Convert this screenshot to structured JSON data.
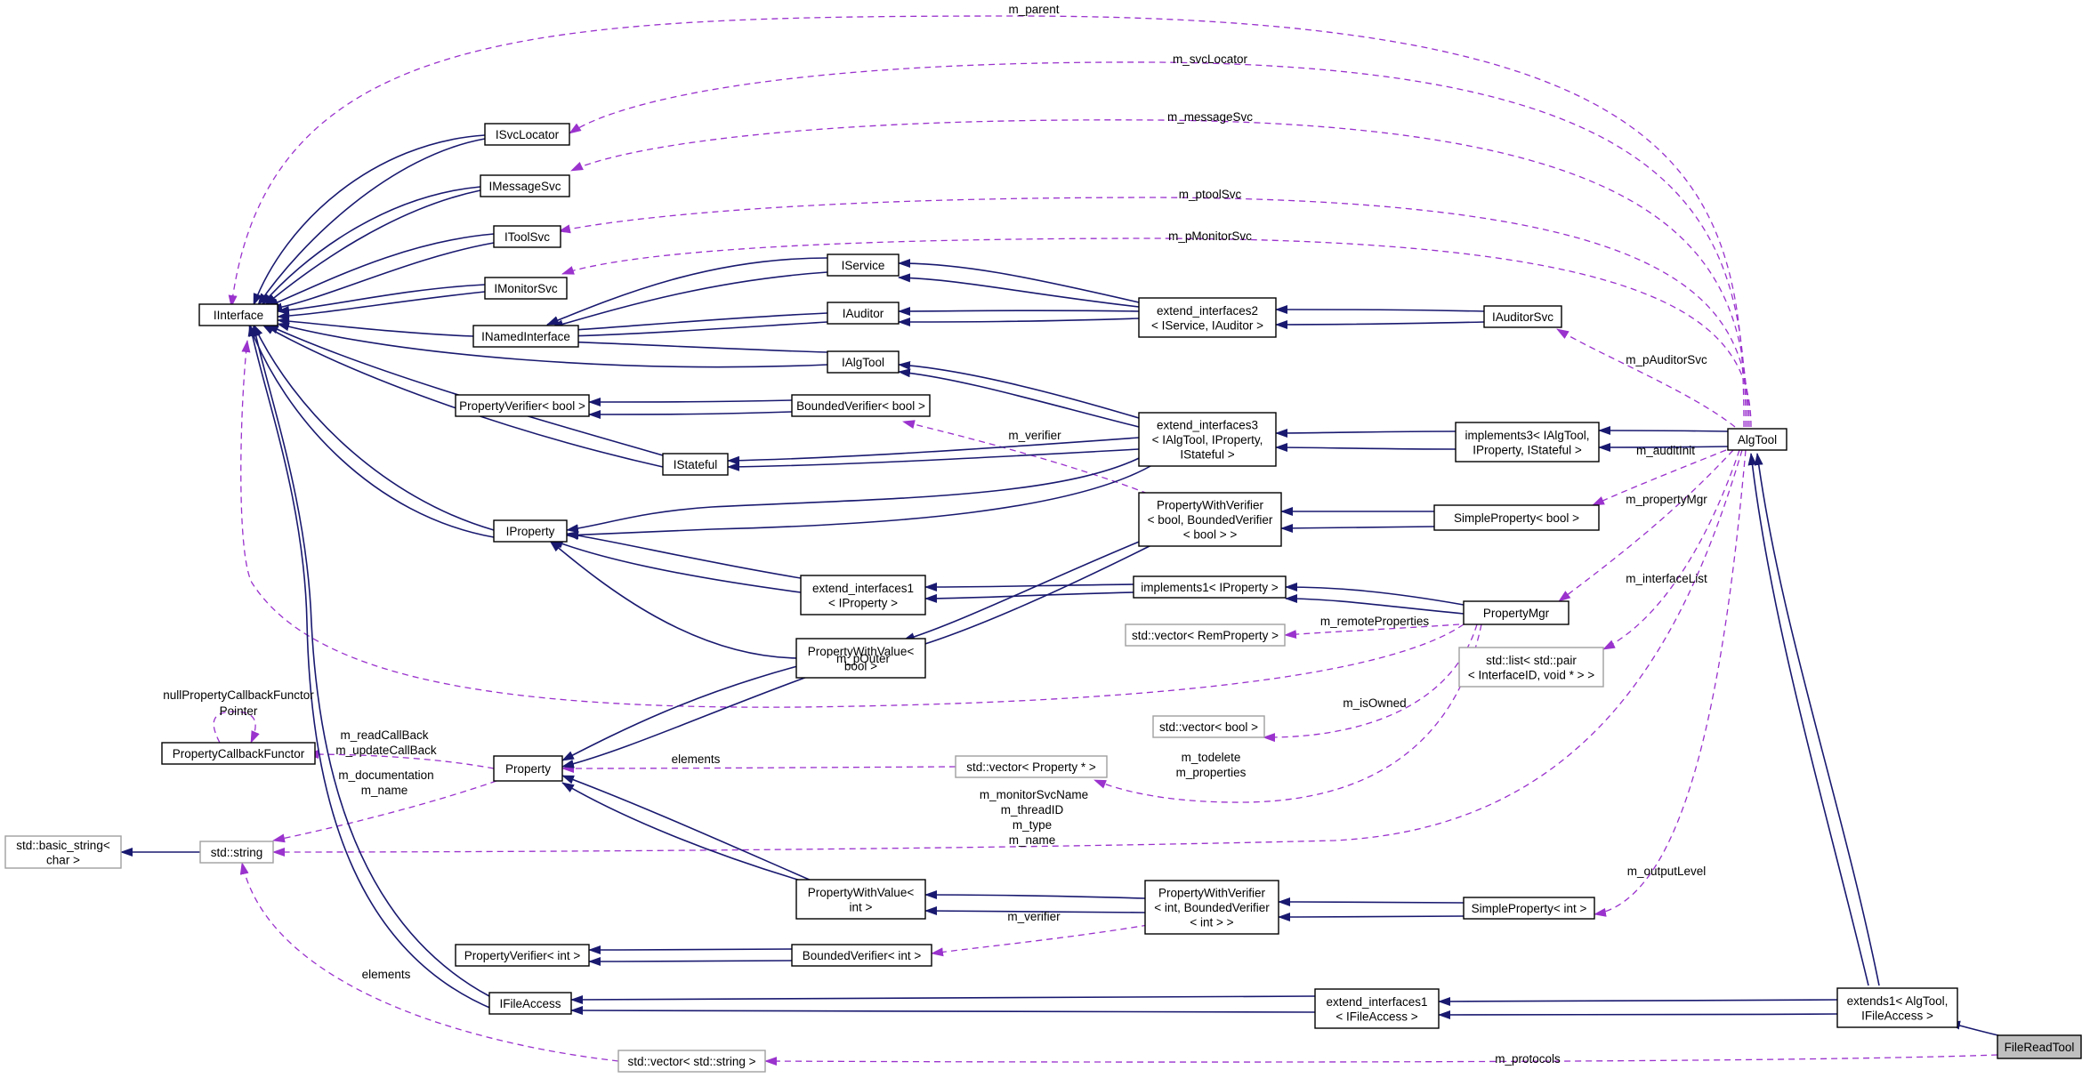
{
  "colors": {
    "inheritance": "#191970",
    "usage": "#9a32cd",
    "external": "#a0a0a0",
    "focus": "#bfbfbf"
  },
  "nodes": [
    {
      "id": "IInterface",
      "lines": [
        "IInterface"
      ]
    },
    {
      "id": "ISvcLocator",
      "lines": [
        "ISvcLocator"
      ]
    },
    {
      "id": "IMessageSvc",
      "lines": [
        "IMessageSvc"
      ]
    },
    {
      "id": "IToolSvc",
      "lines": [
        "IToolSvc"
      ]
    },
    {
      "id": "IMonitorSvc",
      "lines": [
        "IMonitorSvc"
      ]
    },
    {
      "id": "INamedInterface",
      "lines": [
        "INamedInterface"
      ]
    },
    {
      "id": "IService",
      "lines": [
        "IService"
      ]
    },
    {
      "id": "IAuditor",
      "lines": [
        "IAuditor"
      ]
    },
    {
      "id": "IAlgTool",
      "lines": [
        "IAlgTool"
      ]
    },
    {
      "id": "PVbool",
      "lines": [
        "PropertyVerifier< bool >"
      ]
    },
    {
      "id": "BVbool",
      "lines": [
        "BoundedVerifier< bool >"
      ]
    },
    {
      "id": "IStateful",
      "lines": [
        "IStateful"
      ]
    },
    {
      "id": "IProperty",
      "lines": [
        "IProperty"
      ]
    },
    {
      "id": "EI2",
      "lines": [
        "extend_interfaces2",
        "< IService, IAuditor >"
      ]
    },
    {
      "id": "IAuditorSvc",
      "lines": [
        "IAuditorSvc"
      ]
    },
    {
      "id": "EI3",
      "lines": [
        "extend_interfaces3",
        "< IAlgTool, IProperty,",
        "IStateful >"
      ]
    },
    {
      "id": "Impl3",
      "lines": [
        "implements3< IAlgTool,",
        "IProperty, IStateful >"
      ]
    },
    {
      "id": "AlgTool",
      "lines": [
        "AlgTool"
      ]
    },
    {
      "id": "PWVbool",
      "lines": [
        "PropertyWithVerifier",
        "< bool, BoundedVerifier",
        "< bool > >"
      ]
    },
    {
      "id": "SPbool",
      "lines": [
        "SimpleProperty< bool >"
      ]
    },
    {
      "id": "EI1P",
      "lines": [
        "extend_interfaces1",
        "< IProperty >"
      ]
    },
    {
      "id": "Impl1",
      "lines": [
        "implements1< IProperty >"
      ]
    },
    {
      "id": "PropertyMgr",
      "lines": [
        "PropertyMgr"
      ]
    },
    {
      "id": "VecRem",
      "lines": [
        "std::vector< RemProperty >"
      ],
      "external": true
    },
    {
      "id": "ListPair",
      "lines": [
        "std::list< std::pair",
        "< InterfaceID, void * > >"
      ],
      "external": true
    },
    {
      "id": "PWValbool",
      "lines": [
        "PropertyWithValue<",
        "bool >"
      ]
    },
    {
      "id": "PCF",
      "lines": [
        "PropertyCallbackFunctor"
      ]
    },
    {
      "id": "VecBool",
      "lines": [
        "std::vector< bool >"
      ],
      "external": true
    },
    {
      "id": "Property",
      "lines": [
        "Property"
      ]
    },
    {
      "id": "VecPropPtr",
      "lines": [
        "std::vector< Property * >"
      ],
      "external": true
    },
    {
      "id": "BasicString",
      "lines": [
        "std::basic_string<",
        "char >"
      ],
      "external": true
    },
    {
      "id": "String",
      "lines": [
        "std::string"
      ],
      "external": true
    },
    {
      "id": "PWValint",
      "lines": [
        "PropertyWithValue<",
        "int >"
      ]
    },
    {
      "id": "PWVint",
      "lines": [
        "PropertyWithVerifier",
        "< int, BoundedVerifier",
        "< int > >"
      ]
    },
    {
      "id": "SPint",
      "lines": [
        "SimpleProperty< int >"
      ]
    },
    {
      "id": "PVint",
      "lines": [
        "PropertyVerifier< int >"
      ]
    },
    {
      "id": "BVint",
      "lines": [
        "BoundedVerifier< int >"
      ]
    },
    {
      "id": "IFileAccess",
      "lines": [
        "IFileAccess"
      ]
    },
    {
      "id": "EI1F",
      "lines": [
        "extend_interfaces1",
        "< IFileAccess >"
      ]
    },
    {
      "id": "Ext1",
      "lines": [
        "extends1< AlgTool,",
        "IFileAccess >"
      ]
    },
    {
      "id": "VecStr",
      "lines": [
        "std::vector< std::string >"
      ],
      "external": true
    },
    {
      "id": "FileReadTool",
      "lines": [
        "FileReadTool"
      ],
      "focus": true
    }
  ],
  "edge_labels": {
    "m_parent": "m_parent",
    "m_svcLocator": "m_svcLocator",
    "m_messageSvc": "m_messageSvc",
    "m_ptoolSvc": "m_ptoolSvc",
    "m_pMonitorSvc": "m_pMonitorSvc",
    "m_pAuditorSvc": "m_pAuditorSvc",
    "m_verifier_bool": "m_verifier",
    "m_auditInit": "m_auditInit",
    "m_propertyMgr": "m_propertyMgr",
    "m_interfaceList": "m_interfaceList",
    "m_remoteProperties": "m_remoteProperties",
    "m_pOuter": "m_pOuter",
    "m_isOwned": "m_isOwned",
    "pcf_self_1": "nullPropertyCallbackFunctor",
    "pcf_self_2": "Pointer",
    "m_readCallBack": "m_readCallBack",
    "m_updateCallBack": "m_updateCallBack",
    "m_documentation": "m_documentation",
    "m_name_prop": "m_name",
    "elements_prop": "elements",
    "m_todelete": "m_todelete",
    "m_properties": "m_properties",
    "m_monitorSvcName": "m_monitorSvcName",
    "m_threadID": "m_threadID",
    "m_type": "m_type",
    "m_name_tool": "m_name",
    "m_outputLevel": "m_outputLevel",
    "m_verifier_int": "m_verifier",
    "elements_str": "elements",
    "m_protocols": "m_protocols"
  }
}
